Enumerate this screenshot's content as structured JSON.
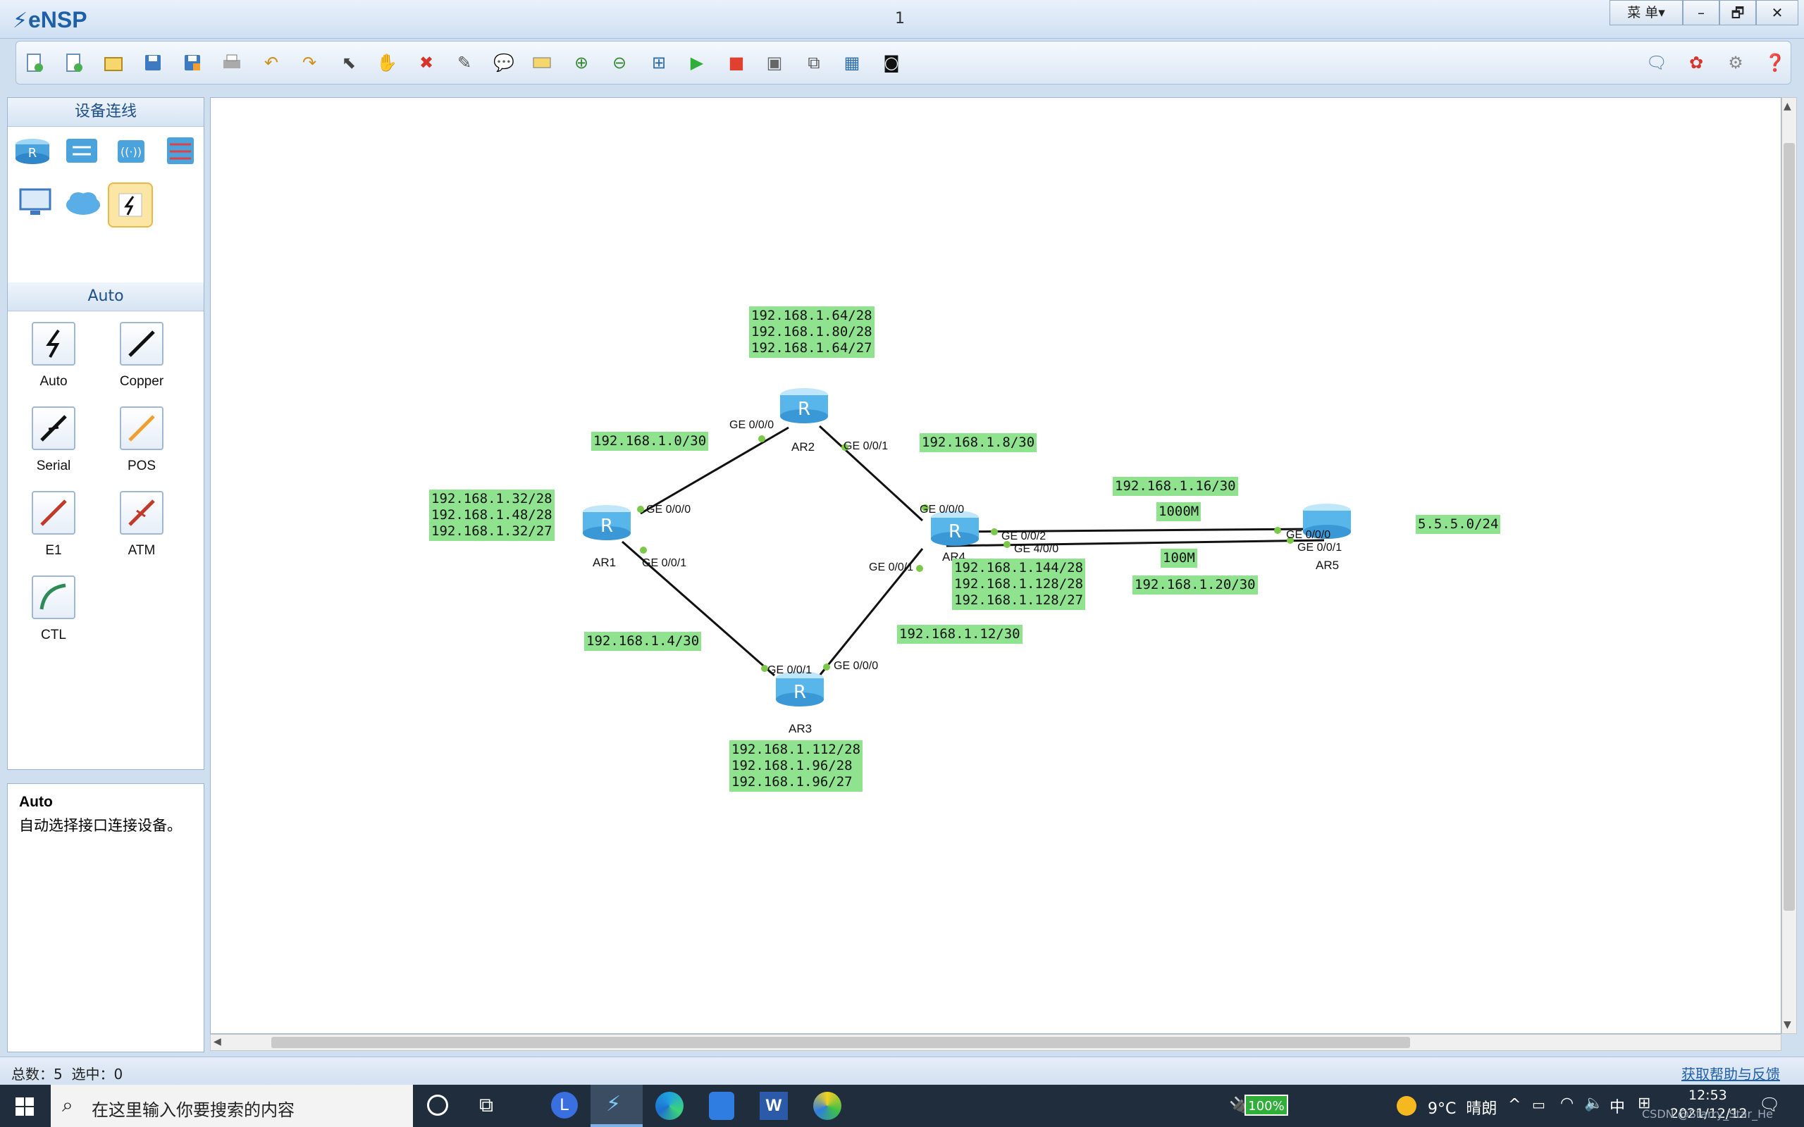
{
  "app": {
    "title": "eNSP",
    "document_title": "1",
    "menu_label": "菜 单▾"
  },
  "window_controls": [
    "–",
    "🗗",
    "✕"
  ],
  "toolbar": {
    "left_icons": [
      "new-topology-icon",
      "new-example-icon",
      "open-icon",
      "save-icon",
      "save-as-icon",
      "print-icon",
      "undo-icon",
      "redo-icon",
      "select-icon",
      "hand-icon",
      "delete-icon",
      "delete-link-icon",
      "text-icon",
      "rectangle-icon",
      "zoom-in-icon",
      "zoom-out-icon",
      "fit-icon",
      "start-icon",
      "stop-icon",
      "capture-icon",
      "topology-icon",
      "grid-icon",
      "screenshot-icon"
    ],
    "right_icons": [
      "chat-icon",
      "huawei-icon",
      "settings-icon",
      "help-icon"
    ]
  },
  "left_panel": {
    "header": "设备连线",
    "section_header": "Auto",
    "connections": [
      {
        "label": "Auto",
        "color": "#222"
      },
      {
        "label": "Copper",
        "color": "#222"
      },
      {
        "label": "Serial",
        "color": "#222"
      },
      {
        "label": "POS",
        "color": "#f0a030"
      },
      {
        "label": "E1",
        "color": "#c0392b"
      },
      {
        "label": "ATM",
        "color": "#c0392b"
      },
      {
        "label": "CTL",
        "color": "#2e8b57"
      }
    ],
    "description_title": "Auto",
    "description_text": "自动选择接口连接设备。"
  },
  "topology": {
    "routers": [
      {
        "name": "AR1"
      },
      {
        "name": "AR2"
      },
      {
        "name": "AR3"
      },
      {
        "name": "AR4"
      },
      {
        "name": "AR5"
      }
    ],
    "ports": {
      "ar2_g000": "GE 0/0/0",
      "ar2_g001": "GE 0/0/1",
      "ar1_g000": "GE 0/0/0",
      "ar1_g001": "GE 0/0/1",
      "ar4_g000": "GE 0/0/0",
      "ar4_g002": "GE 0/0/2",
      "ar4_g400": "GE 4/0/0",
      "ar4_g001": "GE 0/0/1",
      "ar5_g000": "GE 0/0/0",
      "ar5_g001": "GE 0/0/1",
      "ar3_g001": "GE 0/0/1",
      "ar3_g000": "GE 0/0/0"
    },
    "labels": {
      "ar2_nets": "192.168.1.64/28\n192.168.1.80/28\n192.168.1.64/27",
      "ar1_ar2": "192.168.1.0/30",
      "ar2_ar4": "192.168.1.8/30",
      "ar1_nets": "192.168.1.32/28\n192.168.1.48/28\n192.168.1.32/27",
      "ar4_ar5_a": "192.168.1.16/30",
      "speed_a": "1000M",
      "speed_b": "100M",
      "ar4_nets": "192.168.1.144/28\n192.168.1.128/28\n192.168.1.128/27",
      "ar4_ar5_b": "192.168.1.20/30",
      "ar5_net": "5.5.5.0/24",
      "ar4_ar3": "192.168.1.12/30",
      "ar1_ar3": "192.168.1.4/30",
      "ar3_nets": "192.168.1.112/28\n192.168.1.96/28\n192.168.1.96/27"
    }
  },
  "statusbar": {
    "left": "总数：5  选中：0",
    "right": "获取帮助与反馈"
  },
  "taskbar": {
    "search_placeholder": "在这里输入你要搜索的内容",
    "battery": "100%",
    "weather": "9°C  晴朗",
    "ime": "中",
    "time": "12:53",
    "date": "2021/12/12",
    "watermark": "CSDN @Starry_Star_He"
  }
}
